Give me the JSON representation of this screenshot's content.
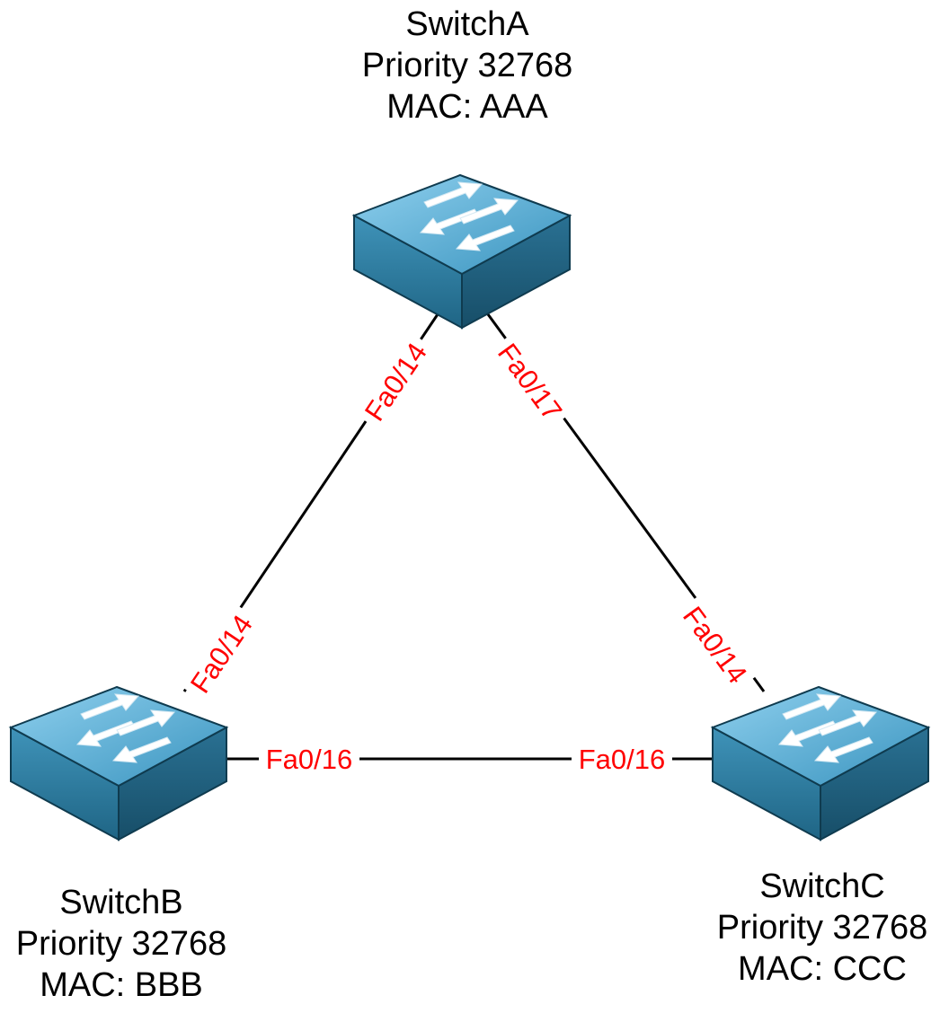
{
  "switches": {
    "a": {
      "name": "SwitchA",
      "priority": "Priority 32768",
      "mac": "MAC: AAA"
    },
    "b": {
      "name": "SwitchB",
      "priority": "Priority 32768",
      "mac": "MAC: BBB"
    },
    "c": {
      "name": "SwitchC",
      "priority": "Priority 32768",
      "mac": "MAC: CCC"
    }
  },
  "links": {
    "a_b": {
      "a_port": "Fa0/14",
      "b_port": "Fa0/14"
    },
    "a_c": {
      "a_port": "Fa0/17",
      "c_port": "Fa0/14"
    },
    "b_c": {
      "b_port": "Fa0/16",
      "c_port": "Fa0/16"
    }
  },
  "colors": {
    "link_line": "#000000",
    "port_label": "#ff0000",
    "switch_top": "#5fb2d9",
    "switch_front": "#2f7fa3",
    "switch_side": "#1f5f7d",
    "switch_edge": "#0f3b4f",
    "arrow": "#ffffff"
  },
  "icons": [
    "network-switch-icon"
  ]
}
